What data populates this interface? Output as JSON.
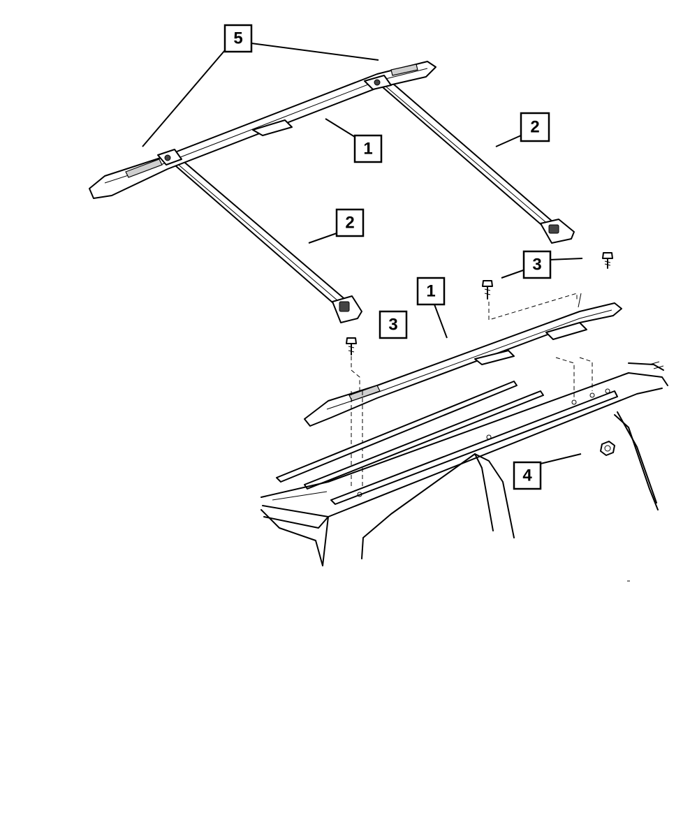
{
  "diagram": {
    "callouts": [
      {
        "id": "callout-5",
        "label": "5"
      },
      {
        "id": "callout-1-upper",
        "label": "1"
      },
      {
        "id": "callout-2-right",
        "label": "2"
      },
      {
        "id": "callout-2-left",
        "label": "2"
      },
      {
        "id": "callout-3-upper",
        "label": "3"
      },
      {
        "id": "callout-1-lower",
        "label": "1"
      },
      {
        "id": "callout-3-lower",
        "label": "3"
      },
      {
        "id": "callout-4",
        "label": "4"
      }
    ]
  }
}
